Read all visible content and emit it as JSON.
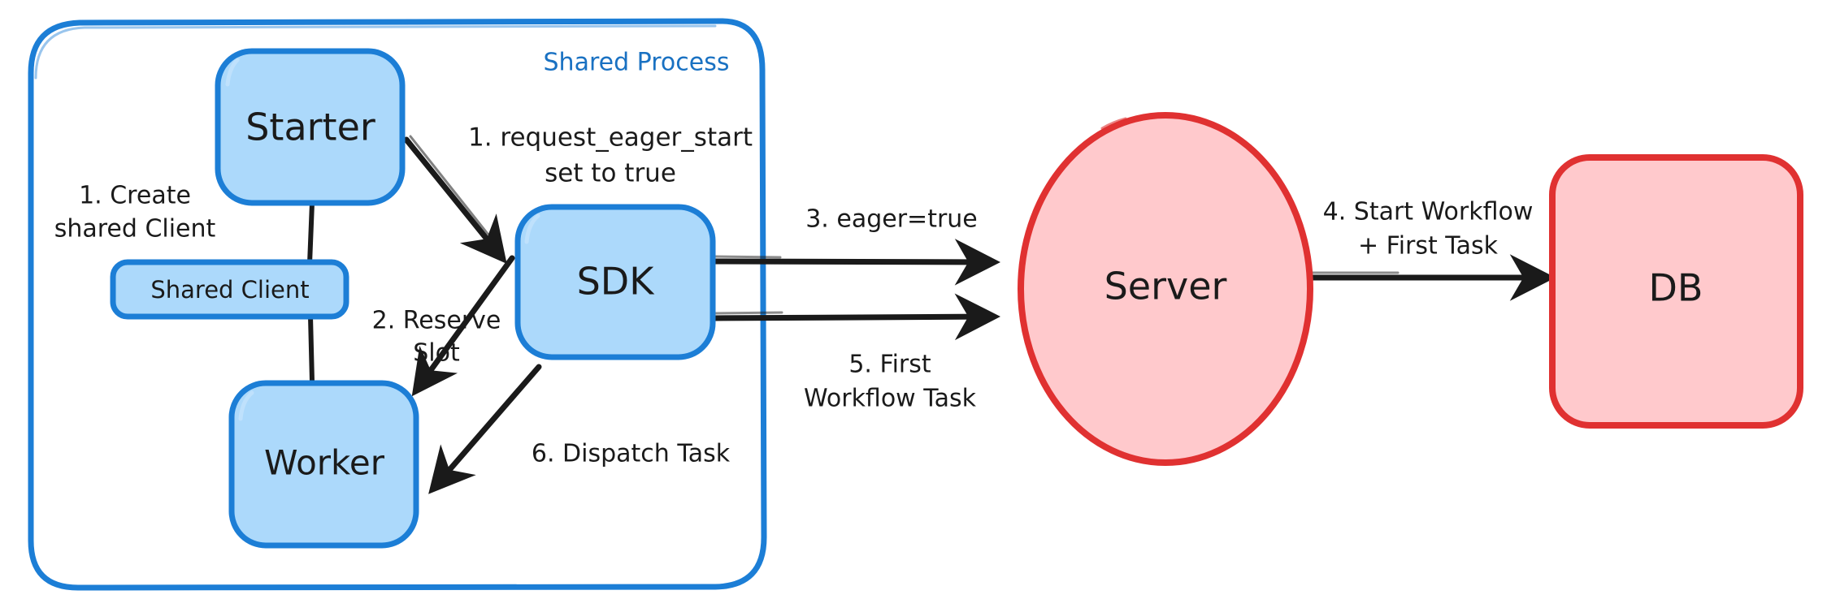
{
  "diagram": {
    "title": "Shared Process eager workflow start sequence",
    "background": "#ffffff",
    "colors": {
      "blue_fill": "#ACD9FB",
      "blue_stroke": "#1C7ED6",
      "pink_fill": "#FFC9CC",
      "pink_stroke": "#E03131",
      "arrow": "#1A1A1A",
      "group_label": "#1971C2"
    },
    "groups": [
      {
        "id": "shared-process",
        "label": "Shared Process",
        "label_color": "#1971C2",
        "stroke": "#1C7ED6",
        "fill": "none"
      }
    ],
    "nodes": [
      {
        "id": "starter",
        "label": "Starter",
        "shape": "rounded-rect",
        "fill": "#ACD9FB",
        "stroke": "#1C7ED6",
        "font_size": 46
      },
      {
        "id": "shared-client",
        "label": "Shared Client",
        "shape": "rounded-rect",
        "fill": "#ACD9FB",
        "stroke": "#1C7ED6",
        "font_size": 29
      },
      {
        "id": "worker",
        "label": "Worker",
        "shape": "rounded-rect",
        "fill": "#ACD9FB",
        "stroke": "#1C7ED6",
        "font_size": 42
      },
      {
        "id": "sdk",
        "label": "SDK",
        "shape": "rounded-rect",
        "fill": "#ACD9FB",
        "stroke": "#1C7ED6",
        "font_size": 46
      },
      {
        "id": "server",
        "label": "Server",
        "shape": "ellipse",
        "fill": "#FFC9CC",
        "stroke": "#E03131",
        "font_size": 46
      },
      {
        "id": "db",
        "label": "DB",
        "shape": "rounded-rect",
        "fill": "#FFC9CC",
        "stroke": "#E03131",
        "font_size": 46
      }
    ],
    "edges": [
      {
        "id": "edge-create-shared-client",
        "from": "starter",
        "to": "shared-client",
        "step": "1",
        "label_lines": [
          "1. Create",
          "shared Client"
        ],
        "arrowhead": false
      },
      {
        "id": "edge-request-eager-start",
        "from": "starter",
        "to": "sdk",
        "step": "1",
        "label_lines": [
          "1. request_eager_start",
          "set to true"
        ],
        "arrowhead": true
      },
      {
        "id": "edge-reserve-slot",
        "from": "sdk",
        "to": "worker",
        "step": "2",
        "label_lines": [
          "2. Reserve",
          "Slot"
        ],
        "arrowhead": true
      },
      {
        "id": "edge-eager-true",
        "from": "sdk",
        "to": "server",
        "step": "3",
        "label_lines": [
          "3. eager=true"
        ],
        "arrowhead": true
      },
      {
        "id": "edge-start-workflow",
        "from": "server",
        "to": "db",
        "step": "4",
        "label_lines": [
          "4. Start Workflow",
          "+ First Task"
        ],
        "arrowhead": true
      },
      {
        "id": "edge-first-workflow-task",
        "from": "sdk",
        "to": "server",
        "step": "5",
        "label_lines": [
          "5. First",
          "Workflow Task"
        ],
        "arrowhead": true
      },
      {
        "id": "edge-dispatch-task",
        "from": "sdk",
        "to": "worker",
        "step": "6",
        "label_lines": [
          "6. Dispatch Task"
        ],
        "arrowhead": true
      },
      {
        "id": "edge-shared-client-worker",
        "from": "shared-client",
        "to": "worker",
        "step": "",
        "label_lines": [],
        "arrowhead": false
      }
    ],
    "text": {
      "group_shared_process": "Shared Process",
      "node_starter": "Starter",
      "node_shared_client": "Shared Client",
      "node_worker": "Worker",
      "node_sdk": "SDK",
      "node_server": "Server",
      "node_db": "DB",
      "lbl1_line1": "1. Create",
      "lbl1_line2": "shared Client",
      "lbl2_line1": "1. request_eager_start",
      "lbl2_line2": "set to true",
      "lbl3_line1": "2. Reserve",
      "lbl3_line2": "Slot",
      "lbl4_line1": "3. eager=true",
      "lbl5_line1": "4. Start Workflow",
      "lbl5_line2": "+ First Task",
      "lbl6_line1": "5. First",
      "lbl6_line2": "Workflow Task",
      "lbl7_line1": "6. Dispatch Task"
    }
  }
}
